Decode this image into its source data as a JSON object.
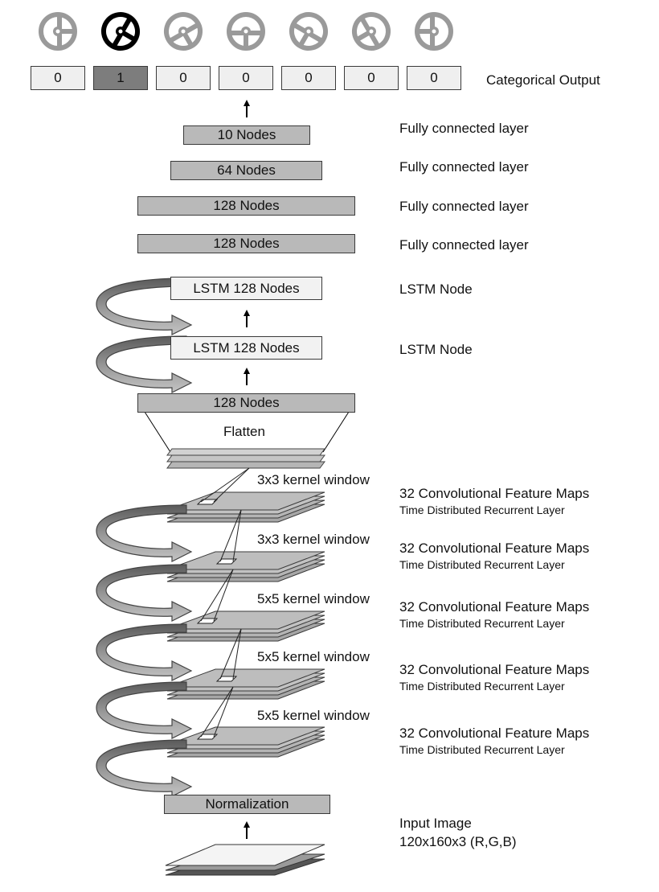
{
  "output": {
    "label": "Categorical Output",
    "values": [
      "0",
      "1",
      "0",
      "0",
      "0",
      "0",
      "0"
    ],
    "active_index": 1
  },
  "dense": [
    {
      "box": "10 Nodes",
      "label": "Fully connected layer"
    },
    {
      "box": "64 Nodes",
      "label": "Fully connected layer"
    },
    {
      "box": "128 Nodes",
      "label": "Fully connected layer"
    },
    {
      "box": "128 Nodes",
      "label": "Fully connected layer"
    }
  ],
  "lstm": [
    {
      "box": "LSTM 128 Nodes",
      "label": "LSTM Node"
    },
    {
      "box": "LSTM 128 Nodes",
      "label": "LSTM Node"
    }
  ],
  "dense_input": {
    "box": "128 Nodes"
  },
  "flatten": {
    "label": "Flatten"
  },
  "conv": [
    {
      "kernel": "3x3 kernel window",
      "title": "32 Convolutional Feature Maps",
      "subtitle": "Time Distributed Recurrent Layer"
    },
    {
      "kernel": "3x3 kernel window",
      "title": "32 Convolutional Feature Maps",
      "subtitle": "Time Distributed Recurrent Layer"
    },
    {
      "kernel": "5x5 kernel window",
      "title": "32 Convolutional Feature Maps",
      "subtitle": "Time Distributed Recurrent Layer"
    },
    {
      "kernel": "5x5 kernel window",
      "title": "32 Convolutional Feature Maps",
      "subtitle": "Time Distributed Recurrent Layer"
    },
    {
      "kernel": "5x5 kernel window",
      "title": "32 Convolutional Feature Maps",
      "subtitle": "Time Distributed Recurrent Layer"
    }
  ],
  "normalization": {
    "box": "Normalization"
  },
  "input": {
    "line1": "Input Image",
    "line2": "120x160x3 (R,G,B)"
  },
  "icons": [
    "steering-wheel-left-3",
    "steering-wheel-left-2",
    "steering-wheel-left-1",
    "steering-wheel-center",
    "steering-wheel-right-1",
    "steering-wheel-right-2",
    "steering-wheel-right-3"
  ],
  "colors": {
    "layer": "#b9b9b9",
    "active_output": "#7d7d7d",
    "wheel_inactive": "#9a9a9a",
    "wheel_active": "#000000"
  }
}
